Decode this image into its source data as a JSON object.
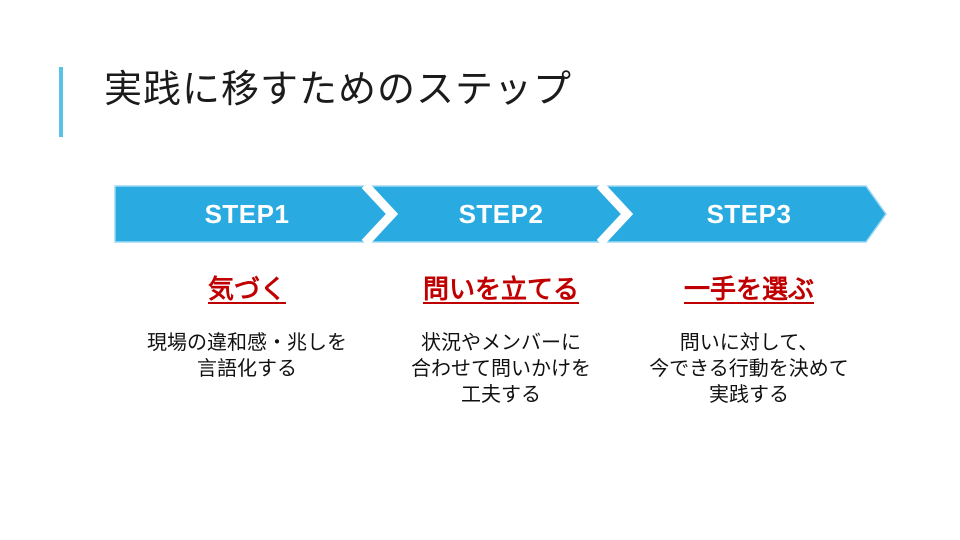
{
  "slide": {
    "title": "実践に移すためのステップ",
    "colors": {
      "accent_bar": "#5BC2E7",
      "banner_fill": "#29ABE2",
      "banner_border": "#9FD9F3",
      "separator": "#FFFFFF",
      "step_label": "#FFFFFF",
      "heading_red": "#C00000",
      "body_text": "#111111"
    },
    "banner": {
      "steps": [
        {
          "label": "STEP1"
        },
        {
          "label": "STEP2"
        },
        {
          "label": "STEP3"
        }
      ]
    },
    "columns": [
      {
        "heading": "気づく",
        "desc": "現場の違和感・兆しを\n言語化する"
      },
      {
        "heading": "問いを立てる",
        "desc": "状況やメンバーに\n合わせて問いかけを\n工夫する"
      },
      {
        "heading": "一手を選ぶ",
        "desc": "問いに対して、\n今できる行動を決めて\n実践する"
      }
    ]
  }
}
